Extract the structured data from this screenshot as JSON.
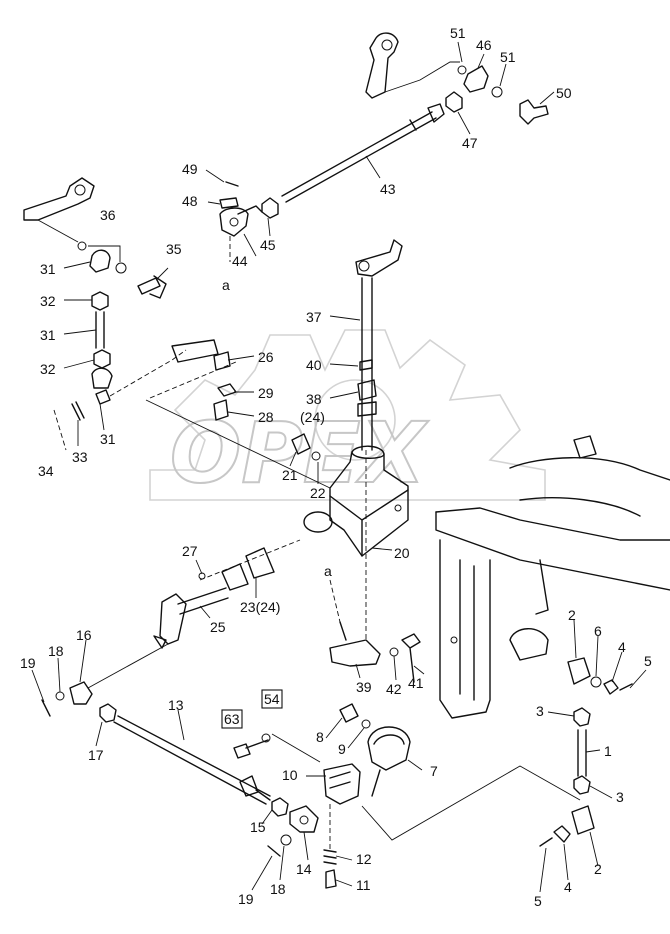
{
  "watermark": {
    "text": "OPEX"
  },
  "callouts": [
    {
      "id": "c51a",
      "label": "51"
    },
    {
      "id": "c46",
      "label": "46"
    },
    {
      "id": "c51b",
      "label": "51"
    },
    {
      "id": "c50",
      "label": "50"
    },
    {
      "id": "c47",
      "label": "47"
    },
    {
      "id": "c43",
      "label": "43"
    },
    {
      "id": "c49",
      "label": "49"
    },
    {
      "id": "c48",
      "label": "48"
    },
    {
      "id": "c45",
      "label": "45"
    },
    {
      "id": "c44",
      "label": "44"
    },
    {
      "id": "ca1",
      "label": "a"
    },
    {
      "id": "c36",
      "label": "36"
    },
    {
      "id": "c35",
      "label": "35"
    },
    {
      "id": "c31a",
      "label": "31"
    },
    {
      "id": "c32a",
      "label": "32"
    },
    {
      "id": "c31b",
      "label": "31"
    },
    {
      "id": "c32b",
      "label": "32"
    },
    {
      "id": "c31c",
      "label": "31"
    },
    {
      "id": "c33",
      "label": "33"
    },
    {
      "id": "c34",
      "label": "34"
    },
    {
      "id": "c37",
      "label": "37"
    },
    {
      "id": "c26",
      "label": "26"
    },
    {
      "id": "c40",
      "label": "40"
    },
    {
      "id": "c29",
      "label": "29"
    },
    {
      "id": "c38",
      "label": "38"
    },
    {
      "id": "c28",
      "label": "28"
    },
    {
      "id": "c24a",
      "label": "(24)"
    },
    {
      "id": "c21",
      "label": "21"
    },
    {
      "id": "c22",
      "label": "22"
    },
    {
      "id": "c20",
      "label": "20"
    },
    {
      "id": "c27",
      "label": "27"
    },
    {
      "id": "c23",
      "label": "23(24)"
    },
    {
      "id": "c25",
      "label": "25"
    },
    {
      "id": "ca2",
      "label": "a"
    },
    {
      "id": "c39",
      "label": "39"
    },
    {
      "id": "c42",
      "label": "42"
    },
    {
      "id": "c41",
      "label": "41"
    },
    {
      "id": "c16",
      "label": "16"
    },
    {
      "id": "c18a",
      "label": "18"
    },
    {
      "id": "c19a",
      "label": "19"
    },
    {
      "id": "c17",
      "label": "17"
    },
    {
      "id": "c13",
      "label": "13"
    },
    {
      "id": "c63",
      "label": "63"
    },
    {
      "id": "c54",
      "label": "54"
    },
    {
      "id": "c8",
      "label": "8"
    },
    {
      "id": "c9",
      "label": "9"
    },
    {
      "id": "c7",
      "label": "7"
    },
    {
      "id": "c10",
      "label": "10"
    },
    {
      "id": "c15",
      "label": "15"
    },
    {
      "id": "c14",
      "label": "14"
    },
    {
      "id": "c12",
      "label": "12"
    },
    {
      "id": "c11",
      "label": "11"
    },
    {
      "id": "c18b",
      "label": "18"
    },
    {
      "id": "c19b",
      "label": "19"
    },
    {
      "id": "c2a",
      "label": "2"
    },
    {
      "id": "c6",
      "label": "6"
    },
    {
      "id": "c4a",
      "label": "4"
    },
    {
      "id": "c5a",
      "label": "5"
    },
    {
      "id": "c3a",
      "label": "3"
    },
    {
      "id": "c1",
      "label": "1"
    },
    {
      "id": "c3b",
      "label": "3"
    },
    {
      "id": "c2b",
      "label": "2"
    },
    {
      "id": "c4b",
      "label": "4"
    },
    {
      "id": "c5b",
      "label": "5"
    }
  ]
}
